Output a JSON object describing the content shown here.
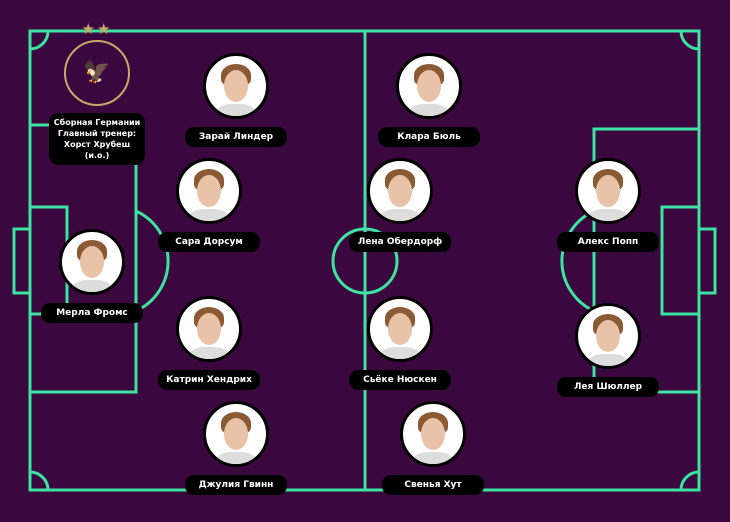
{
  "team": {
    "name": "Сборная Германии",
    "coach_line": "Главный тренер:",
    "coach": "Хорст Хрубеш (и.о.)",
    "stars": "★★",
    "crest": "DEUTSCHER FUSSBALL-BUND"
  },
  "colors": {
    "background": "#3a073f",
    "lines": "#3de3a0"
  },
  "players": [
    {
      "name": "Зарай Линдер"
    },
    {
      "name": "Сара Дорсум"
    },
    {
      "name": "Мерла Фромс"
    },
    {
      "name": "Катрин Хендрих"
    },
    {
      "name": "Джулия Гвинн"
    },
    {
      "name": "Клара Бюль"
    },
    {
      "name": "Лена Обердорф"
    },
    {
      "name": "Сьёке Нюскен"
    },
    {
      "name": "Свенья Хут"
    },
    {
      "name": "Алекс Попп"
    },
    {
      "name": "Лея Шюллер"
    }
  ]
}
